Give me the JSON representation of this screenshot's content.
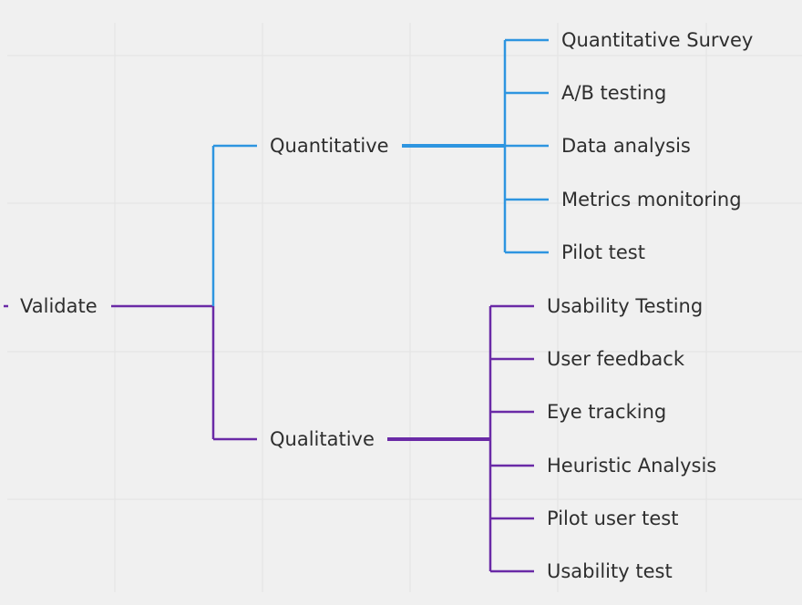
{
  "root": {
    "label": "Validate"
  },
  "colors": {
    "quantitative": "#2e95e0",
    "qualitative": "#6a2aa6",
    "grid": "#e2e2e2",
    "background": "#f0f0f0",
    "text": "#2e2e2e"
  },
  "branches": [
    {
      "label": "Quantitative",
      "color_key": "quantitative",
      "children": [
        {
          "label": "Quantitative Survey"
        },
        {
          "label": "A/B testing"
        },
        {
          "label": "Data analysis"
        },
        {
          "label": "Metrics monitoring"
        },
        {
          "label": "Pilot test"
        }
      ]
    },
    {
      "label": "Qualitative",
      "color_key": "qualitative",
      "children": [
        {
          "label": "Usability Testing"
        },
        {
          "label": "User feedback"
        },
        {
          "label": "Eye tracking"
        },
        {
          "label": "Heuristic Analysis"
        },
        {
          "label": "Pilot user test"
        },
        {
          "label": "Usability test"
        }
      ]
    }
  ]
}
